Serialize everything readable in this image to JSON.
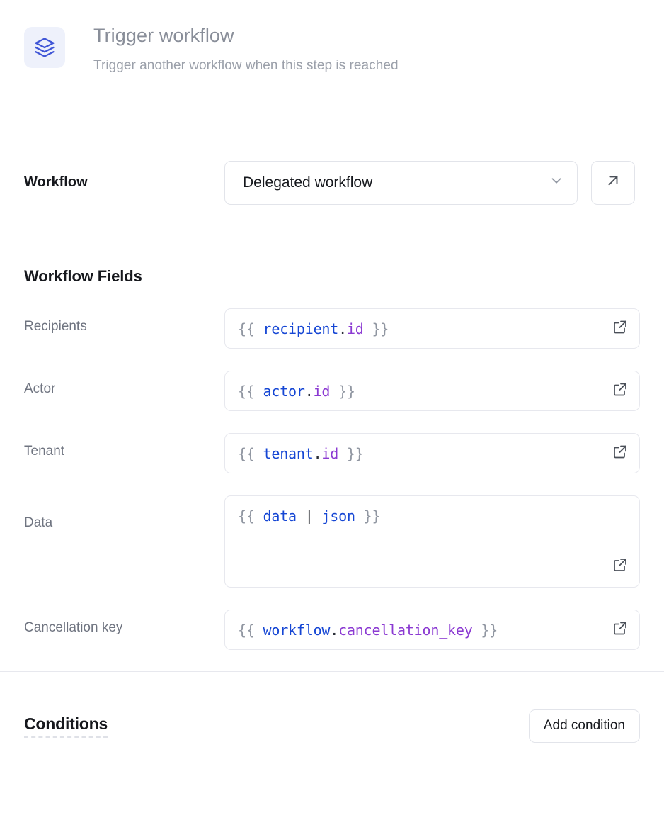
{
  "header": {
    "icon": "layers-stack-icon",
    "title": "Trigger workflow",
    "subtitle": "Trigger another workflow when this step is reached",
    "icon_color": "#3f55d6",
    "icon_bg": "#eef1fb"
  },
  "workflow_section": {
    "label": "Workflow",
    "select": {
      "value": "Delegated workflow",
      "chevron": "chevron-down-icon"
    },
    "open_button_icon": "arrow-up-right-icon"
  },
  "fields_section": {
    "heading": "Workflow Fields",
    "expand_icon": "external-link-icon",
    "fields": [
      {
        "label": "Recipients",
        "multiline": false,
        "tokens": [
          {
            "t": "{{",
            "c": "brace"
          },
          {
            "t": " ",
            "c": "brace"
          },
          {
            "t": "recipient",
            "c": "obj"
          },
          {
            "t": ".",
            "c": "punct"
          },
          {
            "t": "id",
            "c": "prop"
          },
          {
            "t": " ",
            "c": "brace"
          },
          {
            "t": "}}",
            "c": "brace"
          }
        ],
        "value": "{{ recipient.id }}"
      },
      {
        "label": "Actor",
        "multiline": false,
        "tokens": [
          {
            "t": "{{",
            "c": "brace"
          },
          {
            "t": " ",
            "c": "brace"
          },
          {
            "t": "actor",
            "c": "obj"
          },
          {
            "t": ".",
            "c": "punct"
          },
          {
            "t": "id",
            "c": "prop"
          },
          {
            "t": " ",
            "c": "brace"
          },
          {
            "t": "}}",
            "c": "brace"
          }
        ],
        "value": "{{ actor.id }}"
      },
      {
        "label": "Tenant",
        "multiline": false,
        "tokens": [
          {
            "t": "{{",
            "c": "brace"
          },
          {
            "t": " ",
            "c": "brace"
          },
          {
            "t": "tenant",
            "c": "obj"
          },
          {
            "t": ".",
            "c": "punct"
          },
          {
            "t": "id",
            "c": "prop"
          },
          {
            "t": " ",
            "c": "brace"
          },
          {
            "t": "}}",
            "c": "brace"
          }
        ],
        "value": "{{ tenant.id }}"
      },
      {
        "label": "Data",
        "multiline": true,
        "tokens": [
          {
            "t": "{{",
            "c": "brace"
          },
          {
            "t": " ",
            "c": "brace"
          },
          {
            "t": "data",
            "c": "obj"
          },
          {
            "t": " ",
            "c": "brace"
          },
          {
            "t": "|",
            "c": "pipe"
          },
          {
            "t": " ",
            "c": "brace"
          },
          {
            "t": "json",
            "c": "obj"
          },
          {
            "t": " ",
            "c": "brace"
          },
          {
            "t": "}}",
            "c": "brace"
          }
        ],
        "value": "{{ data | json }}"
      },
      {
        "label": "Cancellation key",
        "multiline": false,
        "tokens": [
          {
            "t": "{{",
            "c": "brace"
          },
          {
            "t": " ",
            "c": "brace"
          },
          {
            "t": "workflow",
            "c": "obj"
          },
          {
            "t": ".",
            "c": "punct"
          },
          {
            "t": "cancellation_key",
            "c": "prop"
          },
          {
            "t": " ",
            "c": "brace"
          },
          {
            "t": "}}",
            "c": "brace"
          }
        ],
        "value": "{{ workflow.cancellation_key }}"
      }
    ]
  },
  "conditions_section": {
    "title": "Conditions",
    "add_button_label": "Add condition"
  }
}
